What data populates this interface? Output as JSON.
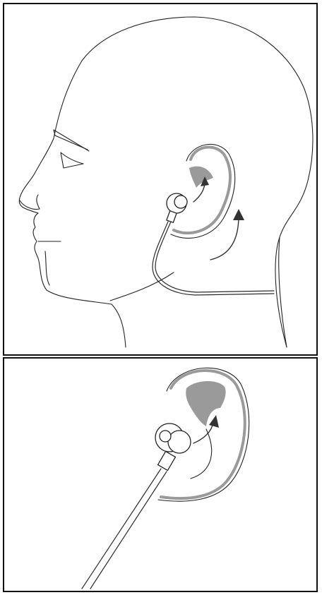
{
  "figure": {
    "panels": [
      {
        "id": "top",
        "subject": "side-view-head-with-earphone"
      },
      {
        "id": "bottom",
        "subject": "close-up-ear-with-earphone"
      }
    ],
    "colors": {
      "line": "#222222",
      "ear_highlight": "#9a9a9a",
      "background": "#ffffff",
      "frame": "#111111"
    }
  }
}
